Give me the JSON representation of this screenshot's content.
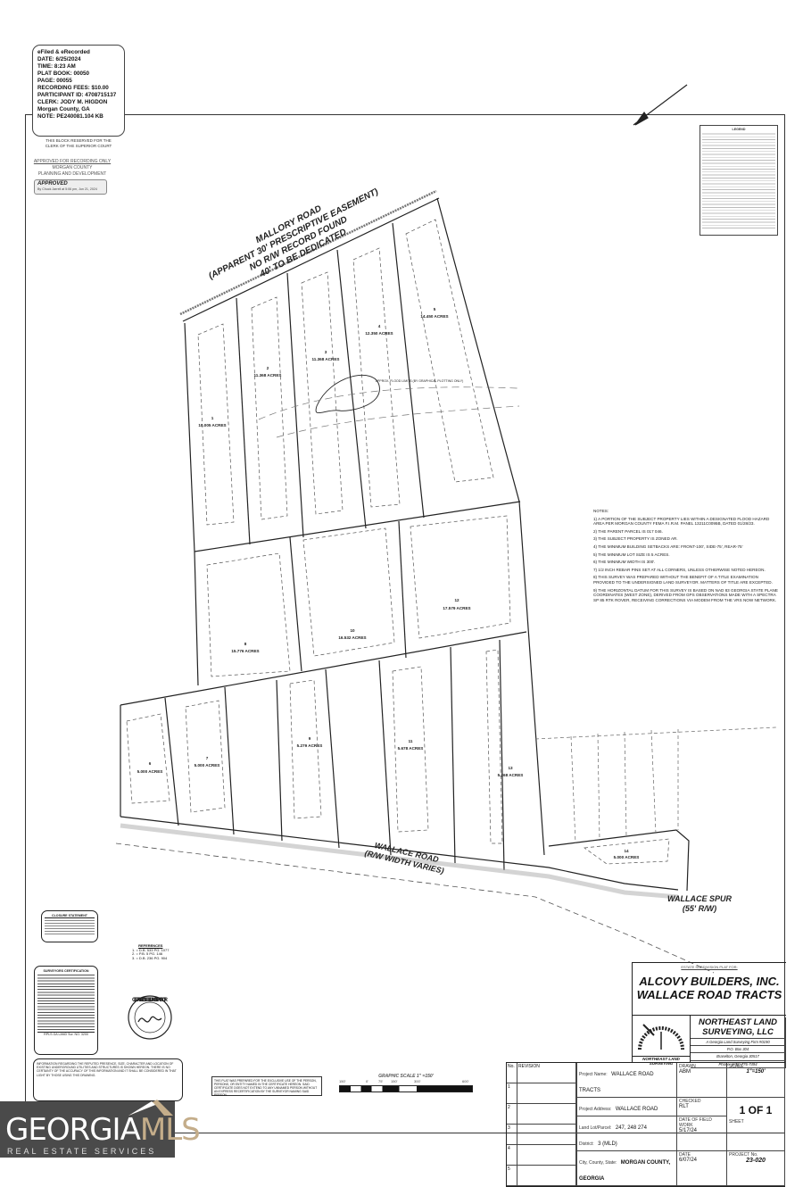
{
  "recording": {
    "lines": [
      "eFiled & eRecorded",
      "DATE: 6/25/2024",
      "TIME: 8:23 AM",
      "PLAT BOOK: 00050",
      "PAGE: 00055",
      "RECORDING FEES: $10.00",
      "PARTICIPANT ID: 4708715137",
      "CLERK: JODY M. HIGDON",
      "Morgan County, GA",
      "NOTE: PE240081.104 KB"
    ],
    "reserved": "THIS BLOCK RESERVED FOR THE CLERK OF THE SUPERIOR COURT"
  },
  "approval": {
    "lines": [
      "APPROVED FOR RECORDING ONLY",
      "MORGAN COUNTY",
      "PLANNING AND DEVELOPMENT"
    ],
    "stamp_title": "APPROVED",
    "stamp_by": "By Chuck Jarrell at 5:06 pm, Jun 21, 2024"
  },
  "roads": {
    "mallory": [
      "MALLORY ROAD",
      "(APPARENT 30' PRESCRIPTIVE EASEMENT)",
      "NO R/W RECORD FOUND",
      "40' TO BE DEDICATED"
    ],
    "wallace_road": [
      "WALLACE ROAD",
      "(R/W WIDTH VARIES)"
    ],
    "wallace_spur": [
      "WALLACE SPUR",
      "(55' R/W)"
    ]
  },
  "lots": [
    {
      "num": "1",
      "acres": "10.005 ACRES"
    },
    {
      "num": "2",
      "acres": "11.368 ACRES"
    },
    {
      "num": "3",
      "acres": "11.368 ACRES"
    },
    {
      "num": "4",
      "acres": "12.350 ACRES"
    },
    {
      "num": "5",
      "acres": "14.450 ACRES"
    },
    {
      "num": "6",
      "acres": "5.000 ACRES"
    },
    {
      "num": "7",
      "acres": "5.000 ACRES"
    },
    {
      "num": "8",
      "acres": "15.776 ACRES"
    },
    {
      "num": "9",
      "acres": "5.279 ACRES"
    },
    {
      "num": "10",
      "acres": "16.532 ACRES"
    },
    {
      "num": "11",
      "acres": "5.678 ACRES"
    },
    {
      "num": "12",
      "acres": "17.579 ACRES"
    },
    {
      "num": "13",
      "acres": "5.268 ACRES"
    },
    {
      "num": "14",
      "acres": "5.000 ACRES"
    }
  ],
  "flood_label": "APPROX. FLOOD LIMITS (BY GRAPHICAL PLOTTING ONLY)",
  "notes": {
    "title": "NOTES:",
    "items": [
      "1) A PORTION OF THE SUBJECT PROPERTY LIES WITHIN A DESIGNATED FLOOD HAZARD AREA PER MORGAN COUNTY FEMA F.I.R.M. PANEL 13211C0095B, DATED 01/28/23.",
      "2) THE PARENT PARCEL IS 017 046.",
      "3) THE SUBJECT PROPERTY IS ZONED AR.",
      "4) THE MINIMUM BUILDING SETBACKS ARE: FRONT-100', SIDE-75', REAR-75'",
      "5) THE MINIMUM LOT SIZE IS 5 ACRES.",
      "6) THE MINIMUM WIDTH IS 300'.",
      "7) 1/2 INCH REBAR PINS SET AT ALL CORNERS, UNLESS OTHERWISE NOTED HEREON.",
      "8) THIS SURVEY WAS PREPARED WITHOUT THE BENEFIT OF A TITLE EXAMINATION PROVIDED TO THE UNDERSIGNED LAND SURVEYOR. MATTERS OF TITLE ARE EXCEPTED.",
      "9) THE HORIZONTAL DATUM FOR THIS SURVEY IS BASED ON NAD 83 GEORGIA STATE PLANE COORDINATES (WEST ZONE), DERIVED FROM GPS OBSERVATIONS MADE WITH A SPECTRA SP 85 RTK ROVER, RECEIVING CORRECTIONS VIA MODEM FROM THE VRS NOW NETWORK."
    ]
  },
  "legend_title": "LEGEND",
  "closure": {
    "title": "CLOSURE STATEMENT"
  },
  "references": {
    "title": "REFERENCES",
    "items": [
      "1. = D.B. 533 PG. 1077",
      "2. = P.B. 5 PG. 146",
      "3. = D.B. 236 PG. 904"
    ]
  },
  "certification": {
    "title": "SURVEYORS CERTIFICATION",
    "footer": "RPLS GA LAND Sur. NO. 3200"
  },
  "seal": {
    "text": "GEORGIA REGISTERED LAND SURVEYOR"
  },
  "disclaimer_utilities": "INFORMATION REGARDING THE REPUTED PRESENCE, SIZE, CHARACTER AND LOCATION OF EXISTING UNDERGROUND UTILITIES AND STRUCTURES IS SHOWN HEREON. THERE IS NO CERTAINTY OF THE ACCURACY OF THIS INFORMATION AND IT SHALL BE CONSIDERED IN THAT LIGHT BY THOSE USING THIS DRAWING.",
  "disclaimer_use": "THIS PLAT WAS PREPARED FOR THE EXCLUSIVE USE OF THE PERSON, PERSONS, OR ENTITY NAMED IN THE CERTIFICATE HEREON. SAID CERTIFICATE DOES NOT EXTEND TO ANY UNNAMED PERSON WITHOUT AN EXPRESS RECERTIFICATION BY THE SURVEYOR NAMING SAID PERSON.",
  "scale": {
    "title": "GRAPHIC SCALE 1\" =150'",
    "ticks": [
      "150'",
      "0'",
      "75'",
      "150'",
      "300'",
      "600'"
    ]
  },
  "title_block": {
    "header": "ESTATE SUBDIVISION PLAT FOR:",
    "client": "ALCOVY BUILDERS, INC.",
    "project": "WALLACE ROAD TRACTS",
    "firm_logo_text": "NORTHEAST LAND SURVEYING",
    "firm": "NORTHEAST LAND SURVEYING, LLC",
    "firm_sub": "A Georgia Land Surveying Firm #0190",
    "po": "P.O. Box 304",
    "city": "Braselton, Georgia 30517",
    "phone": "Phone: (678) 776-7494"
  },
  "info_grid": {
    "project_name_label": "Project Name:",
    "project_name": "WALLACE ROAD TRACTS",
    "project_address_label": "Project Address:",
    "project_address": "WALLACE ROAD",
    "land_lot_label": "Land Lot/Parcel:",
    "land_lot": "247, 248 274",
    "district_label": "District:",
    "district": "3 (MLD)",
    "county_label": "City, County, State:",
    "county": "MORGAN COUNTY, GEORGIA",
    "drawn_label": "DRAWN",
    "drawn": "ABM",
    "checked_label": "CHECKED",
    "checked": "RLT",
    "fieldwork_label": "DATE OF FIELD WORK",
    "fieldwork": "5/17/24",
    "date_label": "DATE",
    "date": "6/07/24",
    "scale_label": "SCALE",
    "scale": "1\"=150'",
    "sheet_label": "SHEET",
    "sheet": "1 OF 1",
    "projno_label": "PROJECT No.",
    "projno": "23-020",
    "revision_label": "REVISION",
    "no_label": "No.",
    "rev_nums": [
      "1",
      "2",
      "3",
      "4",
      "5"
    ]
  },
  "watermark": {
    "brand": "GEORGIA",
    "brand2": "MLS",
    "sub": "REAL ESTATE SERVICES",
    "accent": "#c4ad8a",
    "bg": "#4a4a4a"
  }
}
